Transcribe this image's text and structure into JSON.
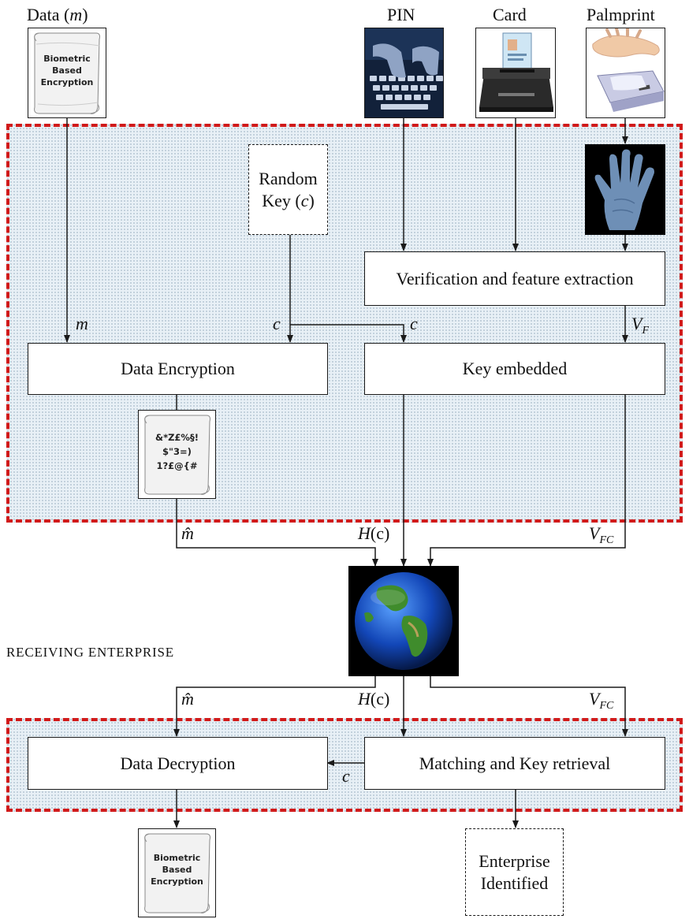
{
  "inputs": {
    "data_label": "Data (",
    "data_var": "m",
    "data_close": ")",
    "pin": "PIN",
    "card": "Card",
    "palmprint": "Palmprint"
  },
  "plaintext_scroll": {
    "lines": [
      "Biometric",
      "Based",
      "Encryption"
    ]
  },
  "ciphertext_scroll": {
    "lines": [
      "&*Z£%§!",
      "$\"3=)",
      "1?£@{#"
    ]
  },
  "random_key": {
    "line1": "Random",
    "line2": "Key (",
    "var": "c",
    "close": ")"
  },
  "boxes": {
    "verification": "Verification and feature extraction",
    "data_encryption": "Data Encryption",
    "key_embedded": "Key embedded",
    "data_decryption": "Data Decryption",
    "matching": "Matching and Key retrieval",
    "enterprise_line1": "Enterprise",
    "enterprise_line2": "Identified"
  },
  "receiving_label": "RECEIVING ENTERPRISE",
  "symbols": {
    "m": "m",
    "c": "c",
    "m_hat": "m̂",
    "V": "V",
    "F": "F",
    "FC": "FC",
    "H": "H",
    "paren_c": "(c)"
  },
  "colors": {
    "region_border": "#d11a1a",
    "region_fill": "#e8f0f6",
    "line": "#1a1a1a"
  },
  "icons": [
    "scroll-icon",
    "keyboard-icon",
    "card-reader-icon",
    "palm-scanner-icon",
    "hand-print-icon",
    "globe-icon"
  ]
}
